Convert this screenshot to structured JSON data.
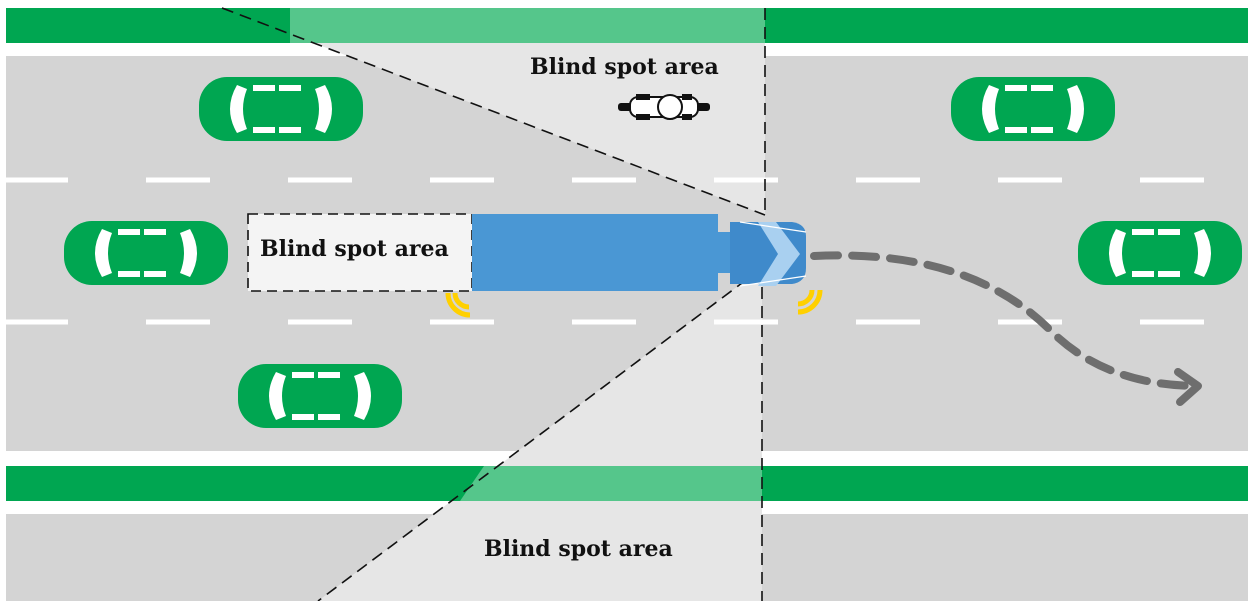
{
  "labels": {
    "blind_spot_top": "Blind spot area",
    "blind_spot_rear": "Blind spot area",
    "blind_spot_bottom": "Blind spot area"
  },
  "colors": {
    "road": "#d4d4d4",
    "lane_marking": "#ffffff",
    "median_green": "#00a651",
    "median_green_light": "#55c68b",
    "car_body": "#00a651",
    "truck_body": "#4a97d4",
    "truck_cab": "#3f8acb",
    "windshield": "#a9d0f0",
    "sensor_yellow": "#ffd000",
    "path_arrow": "#6e6e6e",
    "blind_zone": "#e6e6e6"
  },
  "icons": [
    "car-icon",
    "truck-icon",
    "motorcycle-icon",
    "sensor-wave-icon",
    "arrow-head-icon"
  ]
}
